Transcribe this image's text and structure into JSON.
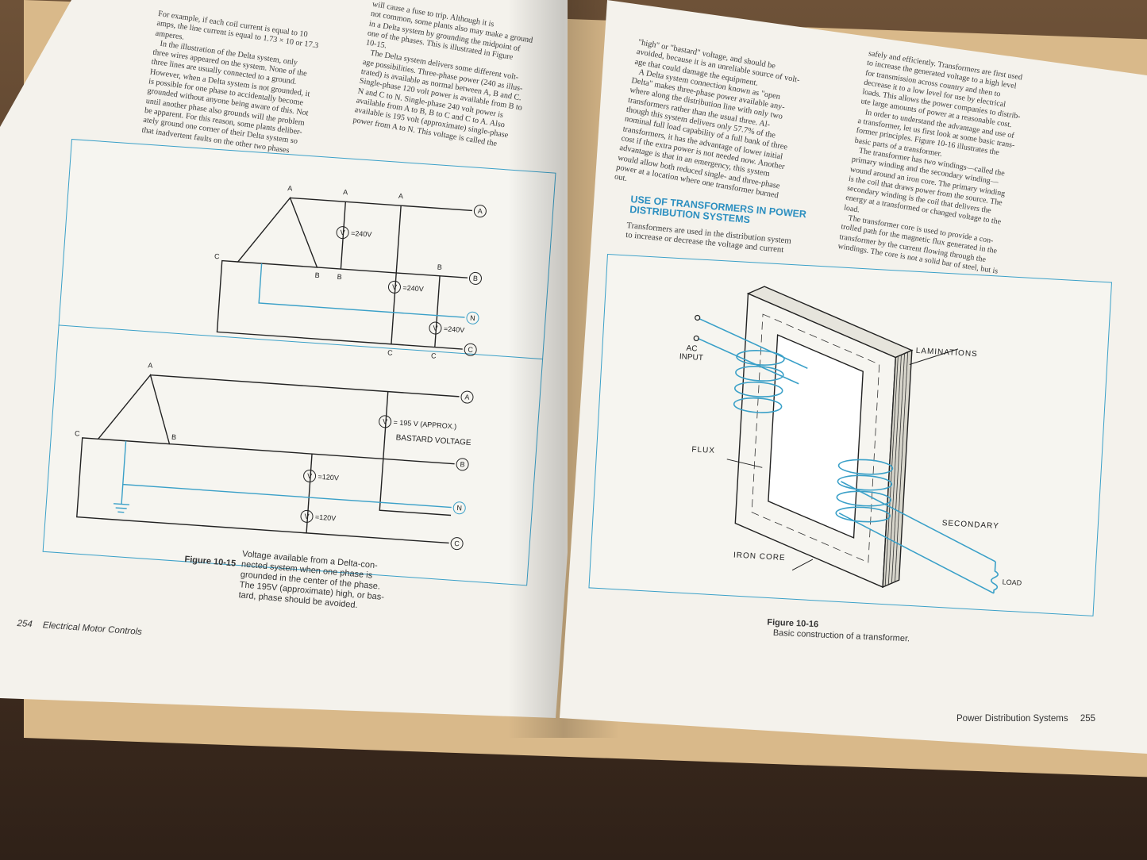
{
  "left_page": {
    "col1_text": "For example, if each coil current is equal to 10\namps, the line current is equal to 1.73 × 10 or 17.3\namperes.\n   In the illustration of the Delta system, only\nthree wires appeared on the system. None of the\nthree lines are usually connected to a ground.\nHowever, when a Delta system is not grounded, it\nis possible for one phase to accidentally become\ngrounded without anyone being aware of this. Not\nuntil another phase also grounds will the problem\nbe apparent. For this reason, some plants deliber-\nately ground one corner of their Delta system so\nthat inadvertent faults on the other two phases",
    "col2_text": "will cause a fuse to trip. Although it is\nnot common, some plants also may make a ground\nin a Delta system by grounding the midpoint of\none of the phases. This is illustrated in Figure\n10-15.\n   The Delta system delivers some different volt-\nage possibilities. Three-phase power (240 as illus-\ntrated) is available as normal between A, B and C.\nSingle-phase 120 volt power is available from B to\nN and C to N. Single-phase 240 volt power is\navailable from A to B, B to C and C to A. Also\navailable is 195 volt (approximate) single-phase\npower from A to N. This voltage is called the",
    "fig15_top": {
      "points": [
        "A",
        "A",
        "A",
        "B",
        "B",
        "B",
        "C",
        "C",
        "C"
      ],
      "meters": [
        "=240V",
        "=240V",
        "=240V"
      ],
      "lines": [
        "A",
        "B",
        "N",
        "C"
      ]
    },
    "fig15_bottom": {
      "points": [
        "A",
        "B",
        "C"
      ],
      "meter_high": "= 195 V (APPROX.)",
      "bastard": "BASTARD VOLTAGE",
      "meters": [
        "=120V",
        "=120V"
      ],
      "lines": [
        "A",
        "B",
        "N",
        "C"
      ]
    },
    "meter_symbol": "V",
    "caption_label": "Figure 10-15",
    "caption_text": "Voltage available from a Delta-con-\nnected system when one phase is\ngrounded in the center of the phase.\nThe 195V (approximate) high, or bas-\ntard, phase should be avoided.",
    "folio_number": "254",
    "folio_title": "Electrical Motor Controls"
  },
  "right_page": {
    "col1_text": "\"high\" or \"bastard\" voltage, and should be\navoided, because it is an unreliable source of volt-\nage that could damage the equipment.\n   A Delta system connection known as \"open\nDelta\" makes three-phase power available any-\nwhere along the distribution line with only two\ntransformers rather than the usual three. Al-\nthough this system delivers only 57.7% of the\nnominal full load capability of a full bank of three\ntransformers, it has the advantage of lower initial\ncost if the extra power is not needed now. Another\nadvantage is that in an emergency, this system\nwould allow both reduced single- and three-phase\npower at a location where one transformer burned\nout.",
    "heading": "USE OF TRANSFORMERS IN POWER\nDISTRIBUTION SYSTEMS",
    "col1_after_heading": "Transformers are used in the distribution system\nto increase or decrease the voltage and current",
    "col2_text": "safely and efficiently. Transformers are first used\nto increase the generated voltage to a high level\nfor transmission across country and then to\ndecrease it to a low level for use by electrical\nloads. This allows the power companies to distrib-\nute large amounts of power at a reasonable cost.\n   In order to understand the advantage and use of\na transformer, let us first look at some basic trans-\nformer principles. Figure 10-16 illustrates the\nbasic parts of a transformer.\n   The transformer has two windings—called the\nprimary winding and the secondary winding—\nwound around an iron core. The primary winding\nis the coil that draws power from the source. The\nsecondary winding is the coil that delivers the\nenergy at a transformed or changed voltage to the\nload.\n   The transformer core is used to provide a con-\ntrolled path for the magnetic flux generated in the\ntransformer by the current flowing through the\nwindings. The core is not a solid bar of steel, but is",
    "fig16": {
      "laminations": "LAMINATIONS",
      "ac_input": "AC\nINPUT",
      "flux": "FLUX",
      "secondary": "SECONDARY",
      "iron_core": "IRON CORE",
      "load": "LOAD"
    },
    "caption_label": "Figure 10-16",
    "caption_text": "Basic construction of a transformer.",
    "folio_title": "Power Distribution Systems",
    "folio_number": "255"
  },
  "colors": {
    "accent_blue": "#3aa0c8",
    "ink": "#222222",
    "paper": "#f4f2ec"
  }
}
